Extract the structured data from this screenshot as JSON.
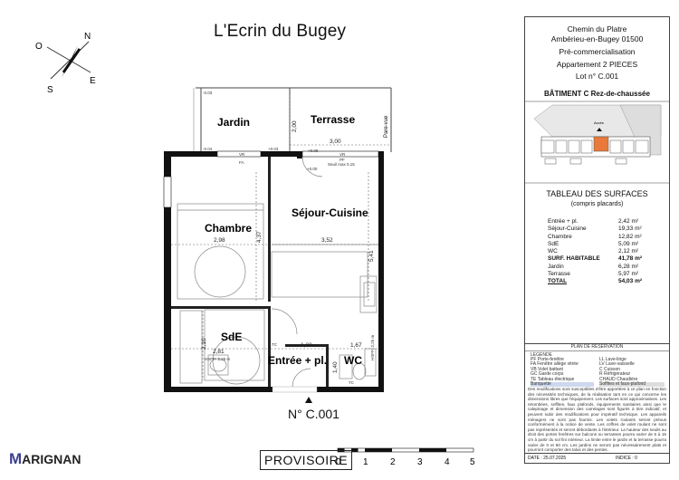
{
  "project_title": "L'Ecrin du Bugey",
  "compass": {
    "n": "N",
    "s": "S",
    "e": "E",
    "o": "O"
  },
  "rooms": {
    "jardin": "Jardin",
    "terrasse": "Terrasse",
    "chambre": "Chambre",
    "sejour": "Séjour-Cuisine",
    "sde": "SdE",
    "entree": "Entrée + pl.",
    "wc": "WC"
  },
  "dimensions": {
    "terrasse_w": "3,00",
    "terrasse_h": "2,00",
    "chambre_w": "2,98",
    "chambre_h": "4,37",
    "sejour_w": "3,52",
    "sejour_h": "5,41",
    "sde_w": "2,81",
    "sde_h": "2,10",
    "entree_w": "1,32",
    "wc_w": "1,67",
    "wc_h": "1,40",
    "level_m003": "-0.03",
    "level_m004": "-0.04",
    "level_p003": "+0.03",
    "level_p009": "+0.09",
    "level_p000": "+0.00",
    "seuil": "Seuil max 0,15",
    "pare_vue": "Pare-vue",
    "vr": "VR",
    "fa": "FA",
    "pf": "PF",
    "hsfp": "HSFP: 2,25 m",
    "hsfp2": "HSFP: 2,25 m",
    "tc": "TC",
    "tc2": "TC"
  },
  "lot_label": "N° C.001",
  "provisoire": "PROVISOIRE",
  "logo_m": "M",
  "logo_rest": "ARIGNAN",
  "scale_ticks": [
    "0",
    "1",
    "2",
    "3",
    "4",
    "5"
  ],
  "panel": {
    "address_line1": "Chemin du Platre",
    "address_line2": "Ambérieu-en-Bugey 01500",
    "status": "Pré-commercialisation",
    "apartment": "Appartement 2 PIECES",
    "lot": "Lot n° C.001",
    "building": "BÂTIMENT C Rez-de-chaussée",
    "access": "Accès",
    "table_title": "TABLEAU DES SURFACES",
    "table_subtitle": "(compris placards)",
    "rows": [
      {
        "label": "Entrée + pl.",
        "value": "2,42 m²"
      },
      {
        "label": "Séjour-Cuisine",
        "value": "19,33 m²"
      },
      {
        "label": "Chambre",
        "value": "12,82 m²"
      },
      {
        "label": "SdE",
        "value": "5,09 m²"
      },
      {
        "label": "WC",
        "value": "2,12 m²"
      }
    ],
    "habitable_label": "SURF. HABITABLE",
    "habitable_value": "41,78 m²",
    "ext_rows": [
      {
        "label": "Jardin",
        "value": "6,28 m²"
      },
      {
        "label": "Terrasse",
        "value": "5,97 m²"
      }
    ],
    "total_label": "TOTAL",
    "total_value": "54,03 m²",
    "reservation_title": "PLAN DE RESERVATION",
    "legend_title": "LEGENDE",
    "legend": [
      "PF  Porte-fenêtre",
      "FA  Fenêtre allège vitrée",
      "VB  Volet battant",
      "GC  Garde corps",
      "TE  Tableau électrique",
      "     Banquette",
      "LL  Lave-linge",
      "LV  Lave-vaisselle",
      "C   Cuisson",
      "R   Réfrigérateur",
      "CHAUD  Chaudière",
      "     Soffites et faux-plafond"
    ],
    "disclaimer": "Des modifications sont susceptibles d'être apportées à ce plan en fonction des nécessités techniques, de la réalisation tant en ce qui concerne les dimensions libres que l'équipement. Les surfaces sont approximatives. Les retombées, soffites, faux plafonds, équipements sanitaires ainsi que le calepinage et dimension des carrelages sont figurés à titre indicatif, et peuvent subir des modifications pour impératif technique. Les appareils ménagers ne sont pas fournis. Les volets roulants seront prévus conformément à la notice de vente. Les coffres de volet roulant ne sont pas représentés et seront débordants à l'intérieur. La hauteur des seuils au droit des portes fenêtres sur balcons ou terrasses pourra varier de 5 à 15 cm à partir du sol fini intérieur. La limite entre le jardin et la terrasse pourra varier de 0 et 60 cm. Les jardins ne seront pas nécessairement plats et pourront comporter des talus et des pentes.",
    "date": "DATE : 25.07.2025",
    "index": "INDICE : 0"
  }
}
